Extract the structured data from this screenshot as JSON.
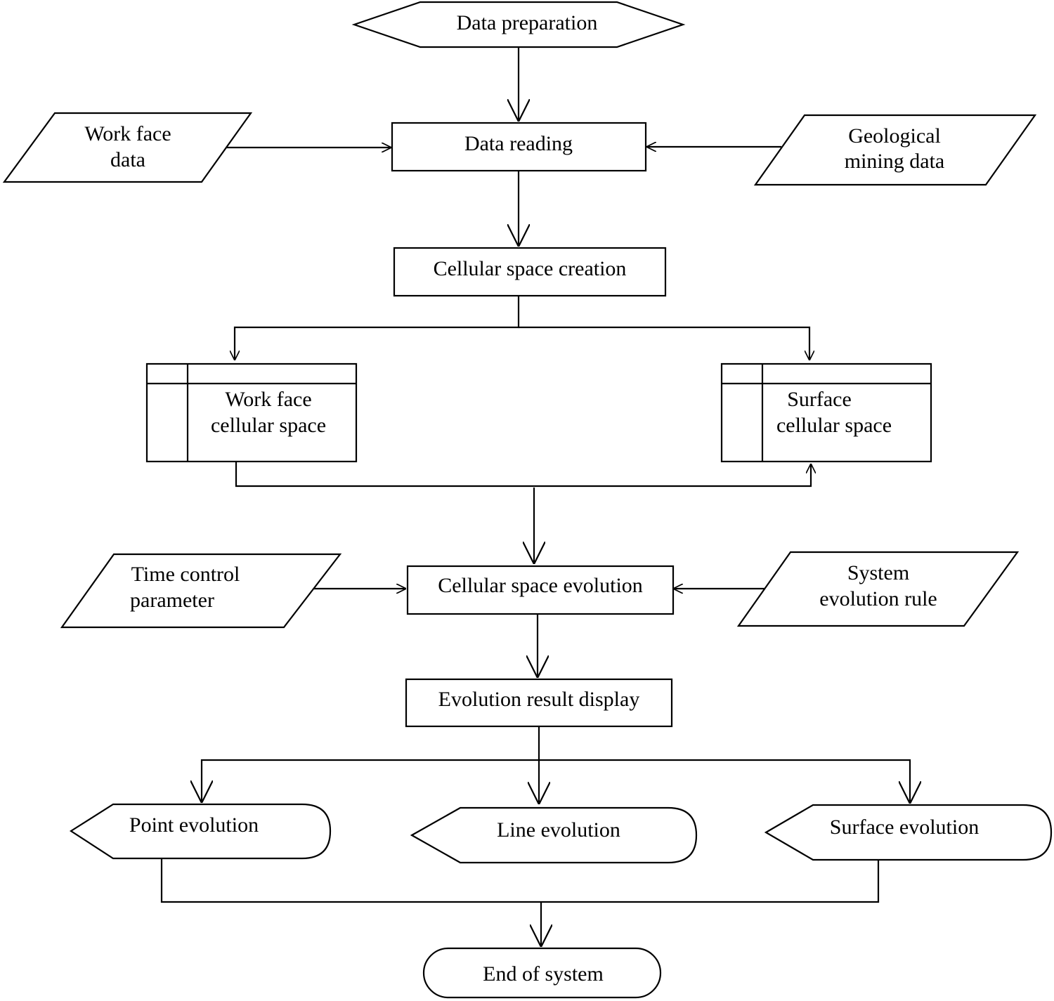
{
  "diagram": {
    "nodes": {
      "data_preparation": "Data preparation",
      "work_face_data": [
        "Work face",
        "data"
      ],
      "data_reading": "Data reading",
      "geological_mining_data": [
        "Geological",
        "mining data"
      ],
      "cellular_space_creation": "Cellular space creation",
      "work_face_cellular_space": [
        "Work face",
        "cellular space"
      ],
      "surface_cellular_space": [
        "Surface",
        "cellular space"
      ],
      "time_control_parameter": [
        "Time control",
        "parameter"
      ],
      "cellular_space_evolution": "Cellular space evolution",
      "system_evolution_rule": [
        "System",
        "evolution rule"
      ],
      "evolution_result_display": "Evolution result display",
      "point_evolution": "Point evolution",
      "line_evolution": "Line evolution",
      "surface_evolution": "Surface evolution",
      "end_of_system": "End of system"
    },
    "edges": [
      {
        "from": "data_preparation",
        "to": "data_reading"
      },
      {
        "from": "work_face_data",
        "to": "data_reading"
      },
      {
        "from": "geological_mining_data",
        "to": "data_reading"
      },
      {
        "from": "data_reading",
        "to": "cellular_space_creation"
      },
      {
        "from": "cellular_space_creation",
        "to": "work_face_cellular_space"
      },
      {
        "from": "cellular_space_creation",
        "to": "surface_cellular_space"
      },
      {
        "from": "work_face_cellular_space",
        "to": "surface_cellular_space"
      },
      {
        "from": "work_face_cellular_space",
        "to": "cellular_space_evolution"
      },
      {
        "from": "time_control_parameter",
        "to": "cellular_space_evolution"
      },
      {
        "from": "system_evolution_rule",
        "to": "cellular_space_evolution"
      },
      {
        "from": "cellular_space_evolution",
        "to": "evolution_result_display"
      },
      {
        "from": "evolution_result_display",
        "to": "point_evolution"
      },
      {
        "from": "evolution_result_display",
        "to": "line_evolution"
      },
      {
        "from": "evolution_result_display",
        "to": "surface_evolution"
      },
      {
        "from": "point_evolution",
        "to": "end_of_system"
      },
      {
        "from": "surface_evolution",
        "to": "end_of_system"
      }
    ]
  }
}
